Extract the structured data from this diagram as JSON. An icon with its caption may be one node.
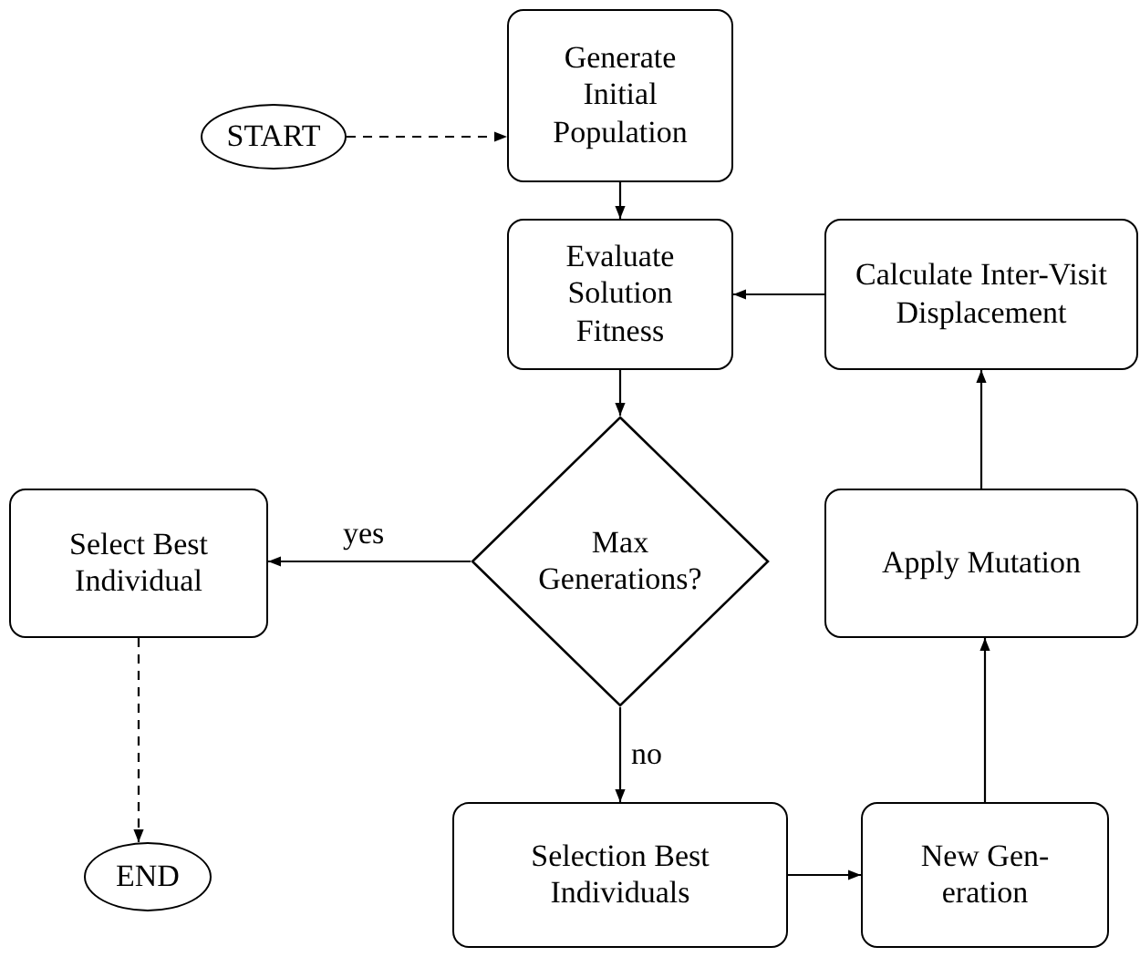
{
  "diagram": {
    "nodes": [
      {
        "text": [
          "START"
        ]
      },
      {
        "text": [
          "Generate Initial Population"
        ]
      },
      {
        "text": [
          "Evaluate Solution Fitness"
        ]
      },
      {
        "text": [
          "Calculate Inter-Visit Displacement"
        ]
      },
      {
        "text": [
          "Max Generations?"
        ]
      },
      {
        "text": [
          "Select Best Individual"
        ]
      },
      {
        "text": [
          "Apply Mutation"
        ]
      },
      {
        "text": [
          "END"
        ]
      },
      {
        "text": [
          "Selection Best Individuals"
        ]
      },
      {
        "text": [
          "New Gen-eration"
        ]
      }
    ],
    "edges": [
      {
        "from": 0,
        "to": 1,
        "arrow": "to",
        "style": "dashed"
      },
      {
        "from": 1,
        "to": 2,
        "arrow": "to"
      },
      {
        "from": 2,
        "to": 4,
        "arrow": "to"
      },
      {
        "from": 4,
        "to": 5,
        "arrow": "to",
        "label": "yes"
      },
      {
        "from": 4,
        "to": 8,
        "arrow": "to",
        "label": "no"
      },
      {
        "from": 5,
        "to": 7,
        "arrow": "to",
        "style": "dashed"
      },
      {
        "from": 8,
        "to": 9,
        "arrow": "to"
      },
      {
        "from": 9,
        "to": 6,
        "arrow": "to"
      },
      {
        "from": 6,
        "to": 3,
        "arrow": "to"
      },
      {
        "from": 3,
        "to": 2,
        "arrow": "to"
      }
    ]
  }
}
